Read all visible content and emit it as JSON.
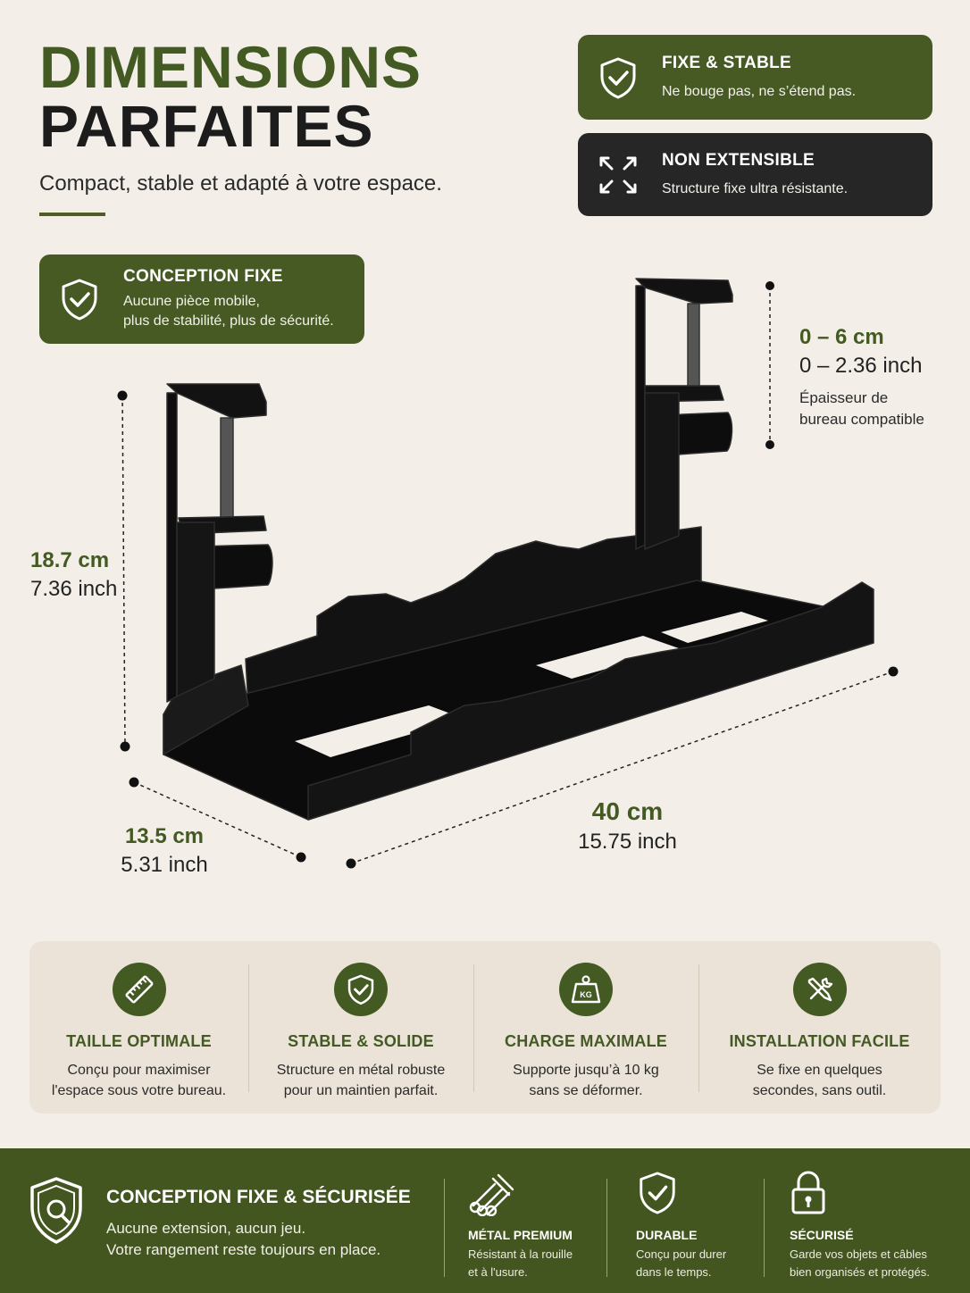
{
  "header": {
    "title_line1": "DIMENSIONS",
    "title_line2": "PARFAITES",
    "subtitle": "Compact, stable et adapté à votre espace."
  },
  "cards": {
    "fixe_stable": {
      "title": "FIXE & STABLE",
      "text": "Ne bouge pas, ne s’étend pas.",
      "icon": "shield-check-icon"
    },
    "non_extensible": {
      "title": "NON EXTENSIBLE",
      "text": "Structure fixe ultra résistante.",
      "icon": "arrows-inward-icon"
    },
    "conception_fixe": {
      "title": "CONCEPTION FIXE",
      "text_line1": "Aucune pièce mobile,",
      "text_line2": "plus de stabilité, plus de sécurité.",
      "icon": "shield-check-icon"
    }
  },
  "dimensions": {
    "clamp": {
      "cm": "0 – 6 cm",
      "inch": "0 – 2.36 inch",
      "note_line1": "Épaisseur de",
      "note_line2": "bureau compatible"
    },
    "height": {
      "cm": "18.7 cm",
      "inch": "7.36 inch"
    },
    "depth": {
      "cm": "13.5 cm",
      "inch": "5.31 inch"
    },
    "length": {
      "cm": "40 cm",
      "inch": "15.75 inch"
    }
  },
  "features": [
    {
      "title": "TAILLE OPTIMALE",
      "line1": "Conçu pour maximiser",
      "line2": "l'espace sous votre bureau.",
      "icon": "ruler-icon"
    },
    {
      "title": "STABLE & SOLIDE",
      "line1": "Structure en métal robuste",
      "line2": "pour un maintien parfait.",
      "icon": "shield-check-icon"
    },
    {
      "title": "CHARGE MAXIMALE",
      "line1": "Supporte jusqu’à 10 kg",
      "line2": "sans se déformer.",
      "icon": "weight-kg-icon",
      "icon_text": "KG"
    },
    {
      "title": "INSTALLATION FACILE",
      "line1": "Se fixe en quelques",
      "line2": "secondes, sans outil.",
      "icon": "tools-icon"
    }
  ],
  "footer": {
    "main": {
      "title": "CONCEPTION FIXE & SÉCURISÉE",
      "line1": "Aucune extension, aucun jeu.",
      "line2": "Votre rangement reste toujours en place.",
      "icon": "shield-lock-icon"
    },
    "items": [
      {
        "title": "MÉTAL PREMIUM",
        "line1": "Résistant à la rouille",
        "line2": "et à l'usure.",
        "icon": "metal-bars-icon"
      },
      {
        "title": "DURABLE",
        "line1": "Conçu pour durer",
        "line2": "dans le temps.",
        "icon": "shield-check-icon"
      },
      {
        "title": "SÉCURISÉ",
        "line1": "Garde vos objets et câbles",
        "line2": "bien organisés et protégés.",
        "icon": "padlock-icon"
      }
    ]
  },
  "colors": {
    "accent_green": "#445a23",
    "dark": "#262626",
    "background": "#f3efe8",
    "panel": "#ebe3d8"
  }
}
